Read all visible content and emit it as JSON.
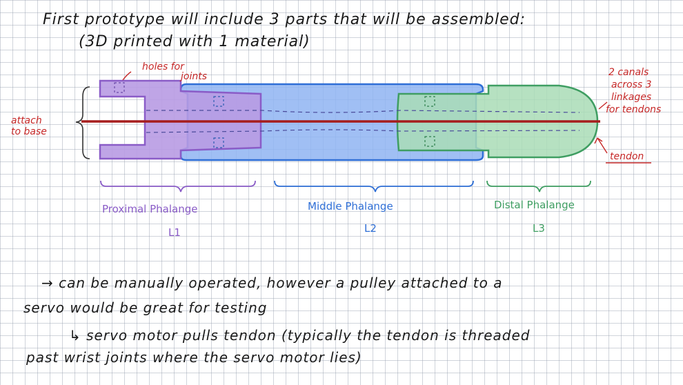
{
  "heading": {
    "line1": "First prototype will include 3 parts that will be assembled:",
    "line2": "(3D printed with 1 material)"
  },
  "annotations": {
    "holes": "holes for",
    "joints": "joints",
    "attach1": "attach",
    "attach2": "to base",
    "canals1": "2 canals",
    "canals2": "across 3",
    "canals3": "linkages",
    "canals4": "for tendons",
    "tendon": "tendon"
  },
  "parts": [
    {
      "name": "Proximal Phalange",
      "symbol": "L1",
      "color": "#8a5cc7"
    },
    {
      "name": "Middle Phalange",
      "symbol": "L2",
      "color": "#2f6fd6"
    },
    {
      "name": "Distal Phalange",
      "symbol": "L3",
      "color": "#3f9e62"
    }
  ],
  "notes": {
    "line1": "→ can be manually operated, however a pulley attached to a",
    "line2": "servo would be great for testing",
    "line3": "↳ servo motor pulls tendon (typically the tendon is threaded",
    "line4": "past wrist joints where the servo motor lies)"
  },
  "colors": {
    "proximal_fill": "#b89be3",
    "middle_fill": "#8fb4f2",
    "distal_fill": "#a9dcb6",
    "tendon": "#a61d1d",
    "annotation": "#c62828"
  }
}
